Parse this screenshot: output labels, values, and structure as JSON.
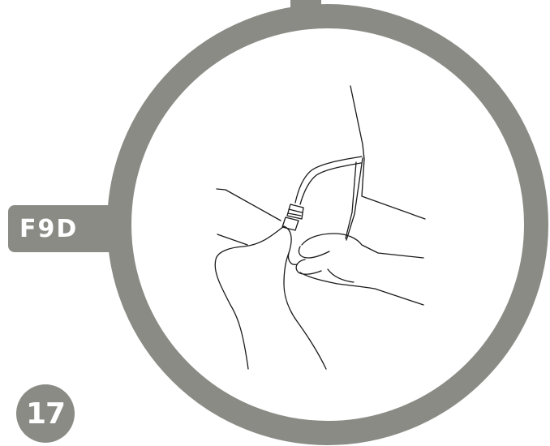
{
  "diagram": {
    "section_label": "F9D",
    "step_number": "17",
    "colors": {
      "frame": "#8b8b86",
      "frame_text": "#ffffff",
      "line_art": "#1a1a1a",
      "background": "#ffffff"
    },
    "illustration": "hands-tightening-hose-fitting"
  }
}
